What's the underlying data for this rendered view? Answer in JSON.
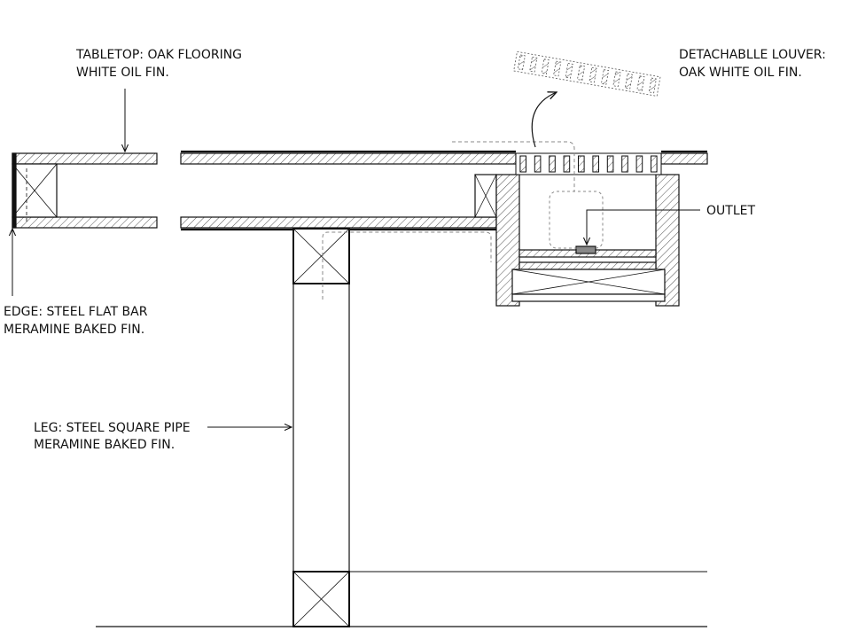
{
  "labels": {
    "tabletop": {
      "line1": "TABLETOP: OAK FLOORING",
      "line2": "WHITE OIL FIN."
    },
    "louver": {
      "line1": "DETACHABLLE LOUVER:",
      "line2": "OAK WHITE OIL FIN."
    },
    "outlet": {
      "line1": "OUTLET"
    },
    "edge": {
      "line1": "EDGE: STEEL FLAT BAR",
      "line2": "MERAMINE BAKED FIN."
    },
    "leg": {
      "line1": "LEG: STEEL SQUARE PIPE",
      "line2": "MERAMINE BAKED FIN."
    }
  },
  "colors": {
    "line": "#111111",
    "hatch": "#555555",
    "dash": "#888888",
    "background": "#ffffff"
  }
}
